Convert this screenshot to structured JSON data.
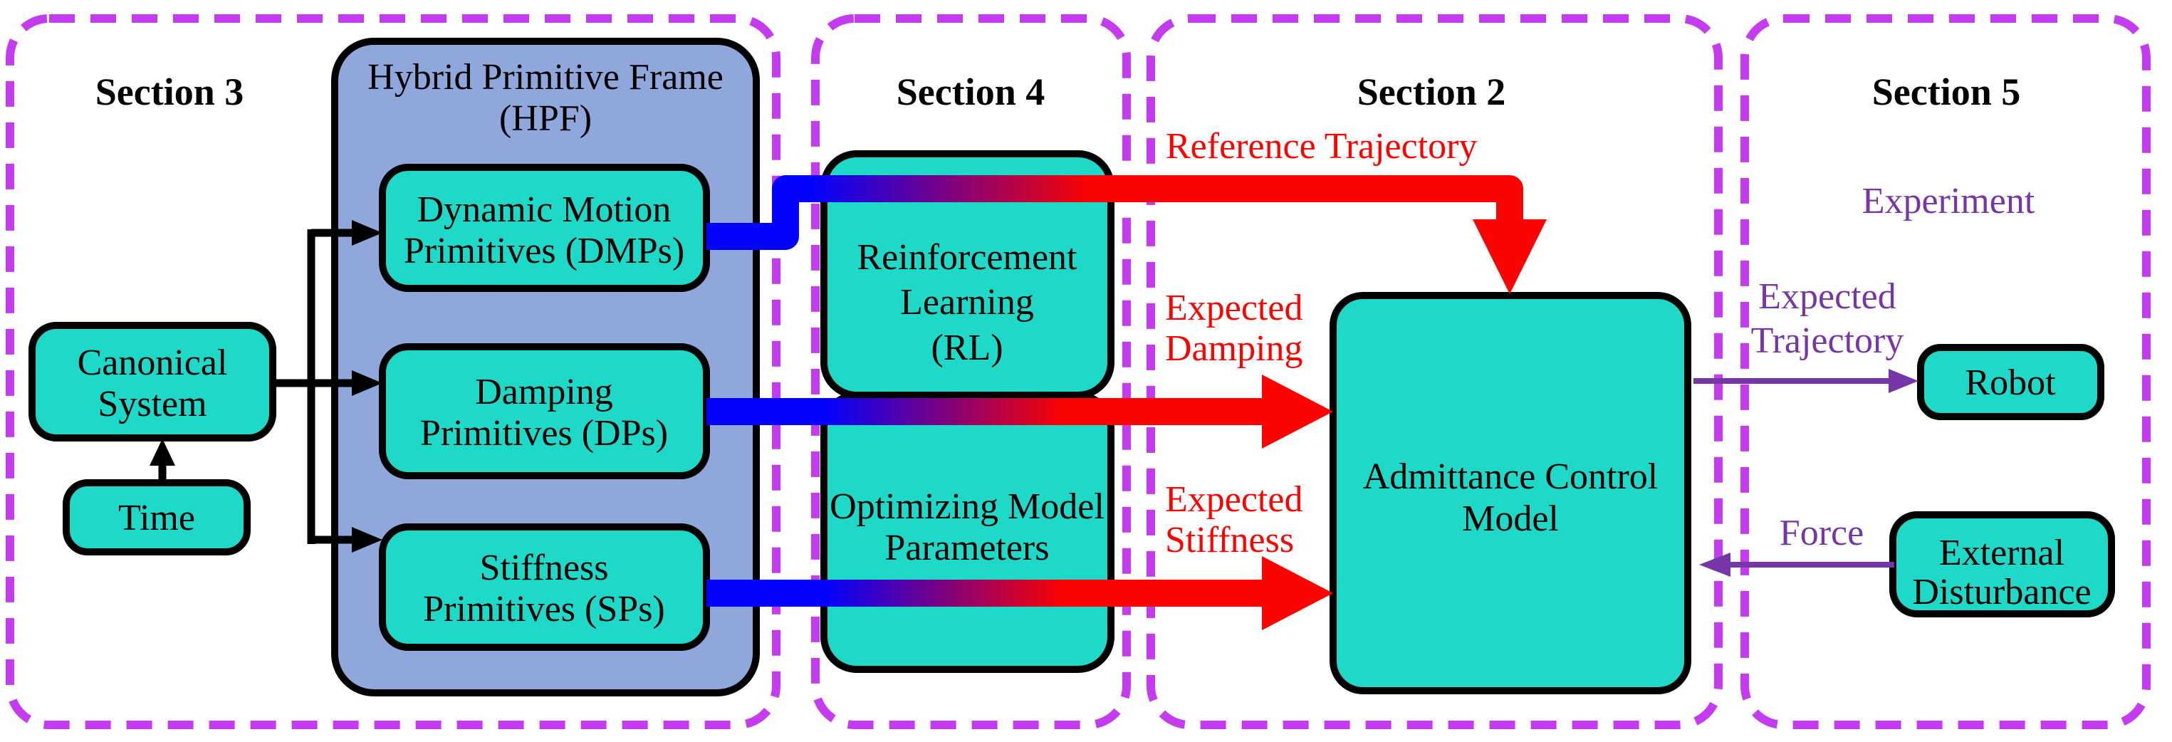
{
  "sections": {
    "s3": {
      "title": "Section 3"
    },
    "s4": {
      "title": "Section 4"
    },
    "s2": {
      "title": "Section 2"
    },
    "s5": {
      "title": "Section 5"
    }
  },
  "boxes": {
    "hpf": {
      "line1": "Hybrid Primitive Frame",
      "line2": "(HPF)"
    },
    "canonical": {
      "line1": "Canonical",
      "line2": "System"
    },
    "time": {
      "label": "Time"
    },
    "dmps": {
      "line1": "Dynamic Motion",
      "line2": "Primitives (DMPs)"
    },
    "dps": {
      "line1": "Damping",
      "line2": "Primitives (DPs)"
    },
    "sps": {
      "line1": "Stiffness",
      "line2": "Primitives (SPs)"
    },
    "rl": {
      "line1": "Reinforcement",
      "line2": "Learning",
      "line3": "(RL)"
    },
    "optimizing": {
      "line1": "Optimizing Model",
      "line2": "Parameters"
    },
    "admittance": {
      "line1": "Admittance Control",
      "line2": "Model"
    },
    "robot": {
      "label": "Robot"
    },
    "external": {
      "line1": "External",
      "line2": "Disturbance"
    }
  },
  "labels": {
    "reference_trajectory": "Reference Trajectory",
    "expected_damping": {
      "line1": "Expected",
      "line2": "Damping"
    },
    "expected_stiffness": {
      "line1": "Expected",
      "line2": "Stiffness"
    },
    "experiment": "Experiment",
    "expected_trajectory": {
      "line1": "Expected",
      "line2": "Trajectory"
    },
    "force": "Force"
  },
  "colors": {
    "teal_box": "#1FD9C8",
    "hpf_fill": "#8FA7DB",
    "section_dash": "#C43BF0",
    "red": "#FB0300",
    "blue": "#0202FC",
    "purple": "#7636A8",
    "black": "#000000"
  }
}
